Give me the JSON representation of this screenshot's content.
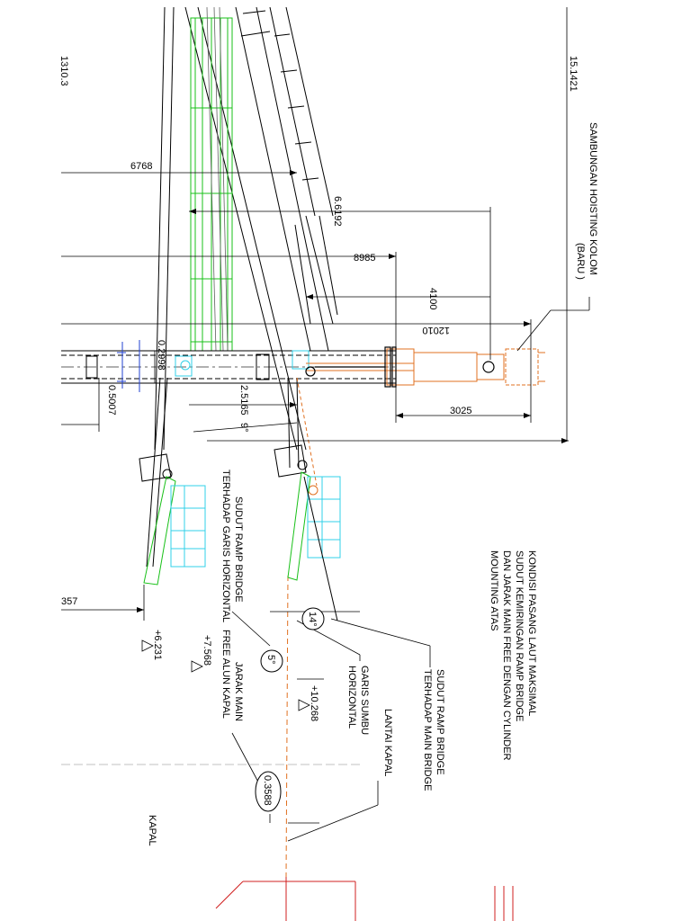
{
  "dims": {
    "d1310": "1310.3",
    "d15142": "15.1421",
    "d6768": "6768",
    "d66192": "6.6192",
    "d8985": "8985",
    "d4100": "4100",
    "d12010": "12010",
    "d02998": "0.2998",
    "d05007": "0.5007",
    "d25165": "2.5165",
    "d9deg": "9°",
    "d3025": "3025",
    "d357": "357",
    "d14deg": "14°",
    "d5deg": "5°",
    "d03588": "0.3588"
  },
  "levels": {
    "l6231": "+6.231",
    "l7568": "+7.568",
    "l10268": "+10.268"
  },
  "labels": {
    "hoisting": [
      "SAMBUNGAN HOISTING KOLOM",
      "(BARU )"
    ],
    "kondisi": [
      "KONDISI PASANG LAUT MAKSIMAL",
      "SUDUT KEMIRINGAN RAMP BRIDGE",
      "DAN JARAK MAIN FREE DENGAN CYLINDER",
      "MOUNTING ATAS"
    ],
    "sudut_main": [
      "SUDUT RAMP BRIDGE",
      "TERHADAP MAIN BRIDGE"
    ],
    "lantai": [
      "LANTAI KAPAL"
    ],
    "garis": [
      "GARIS SUMBU",
      "HORIZONTAL"
    ],
    "sudut_horiz": [
      "SUDUT RAMP BRIDGE",
      "TERHADAP GARIS HORIZONTAL"
    ],
    "jarak": [
      "JARAK MAIN",
      "FREE ALUN KAPAL"
    ],
    "kapal": "KAPAL"
  },
  "colors": {
    "line": "#000000",
    "green": "#18c018",
    "cyan": "#30d0e8",
    "orange": "#e07020",
    "blue": "#2040d0",
    "red": "#d02020",
    "grey": "#606060"
  }
}
